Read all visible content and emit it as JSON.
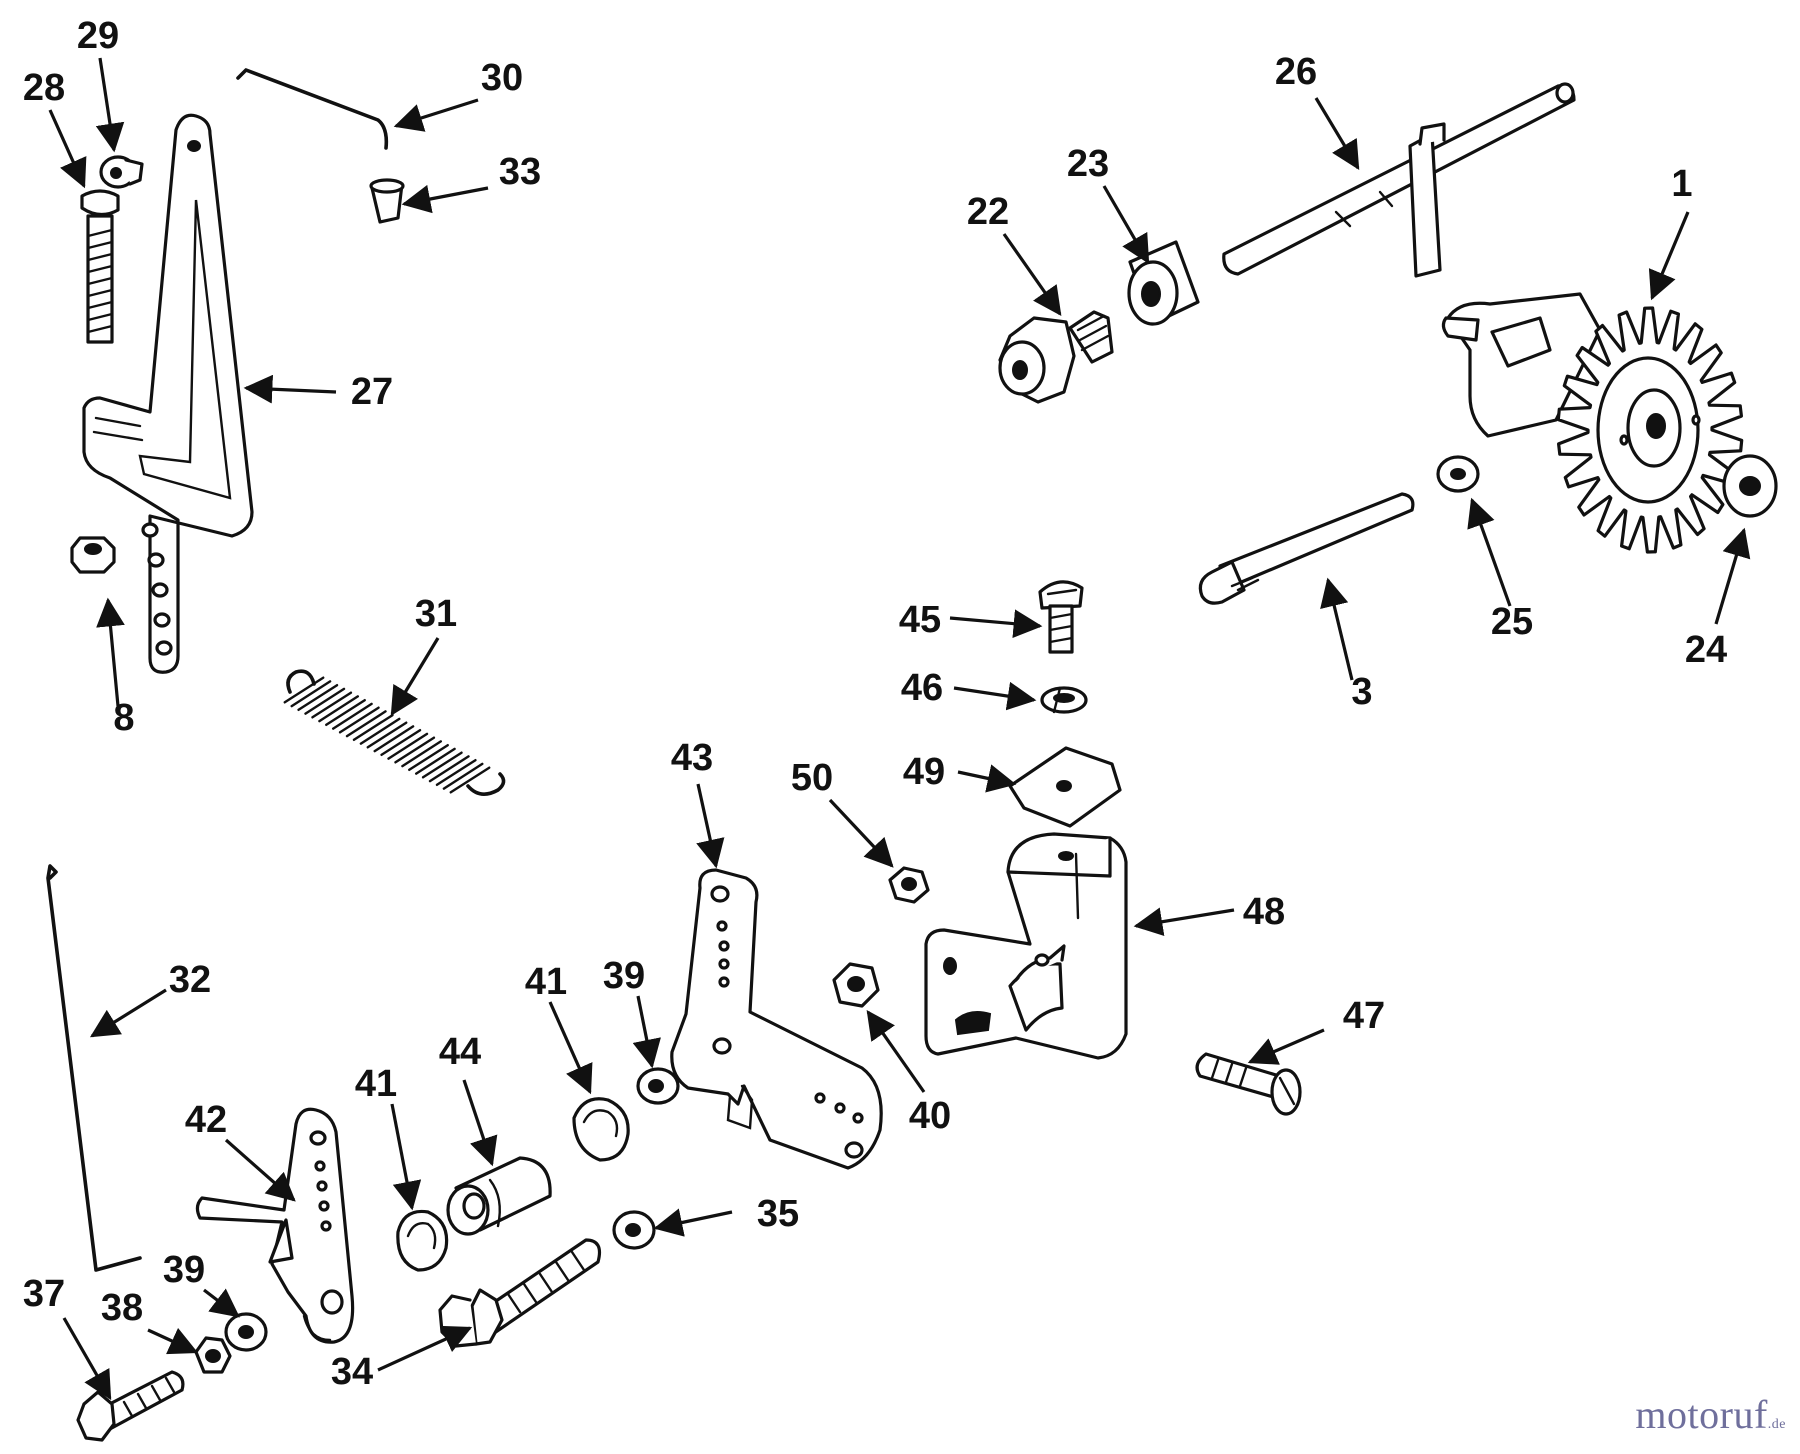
{
  "diagram": {
    "part_numbers": [
      "1",
      "3",
      "8",
      "22",
      "23",
      "24",
      "25",
      "26",
      "27",
      "28",
      "29",
      "30",
      "31",
      "32",
      "33",
      "34",
      "35",
      "37",
      "38",
      "39",
      "39",
      "40",
      "41",
      "41",
      "42",
      "43",
      "44",
      "45",
      "46",
      "47",
      "48",
      "49",
      "50"
    ]
  },
  "watermark": {
    "text": "motoruf",
    "suffix": ".de",
    "color": "#6f6f9c"
  }
}
